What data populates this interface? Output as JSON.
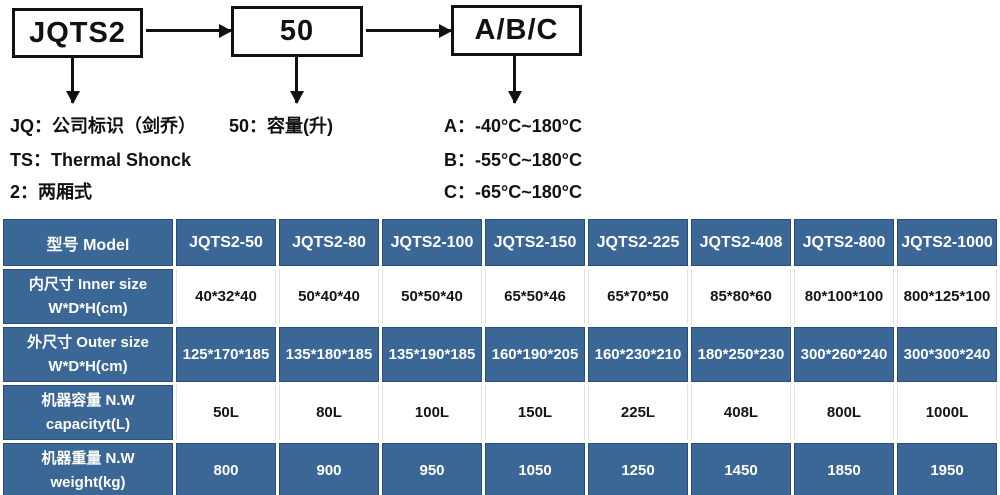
{
  "diagram": {
    "boxes": [
      {
        "label": "JQTS2"
      },
      {
        "label": "50"
      },
      {
        "label": "A/B/C"
      }
    ],
    "notes_left": [
      "JQ：公司标识（剑乔）",
      "TS：Thermal Shonck",
      "2：两厢式"
    ],
    "note_mid": "50：容量(升)",
    "notes_right": [
      "A：-40°C~180°C",
      "B：-55°C~180°C",
      "C：-65°C~180°C"
    ]
  },
  "table": {
    "header": [
      "型号 Model",
      "JQTS2-50",
      "JQTS2-80",
      "JQTS2-100",
      "JQTS2-150",
      "JQTS2-225",
      "JQTS2-408",
      "JQTS2-800",
      "JQTS2-1000"
    ],
    "rows": [
      {
        "label_line1": "内尺寸 Inner size",
        "label_line2": "W*D*H(cm)",
        "style": "light",
        "values": [
          "40*32*40",
          "50*40*40",
          "50*50*40",
          "65*50*46",
          "65*70*50",
          "85*80*60",
          "80*100*100",
          "800*125*100"
        ]
      },
      {
        "label_line1": "外尺寸 Outer size",
        "label_line2": "W*D*H(cm)",
        "style": "blue",
        "values": [
          "125*170*185",
          "135*180*185",
          "135*190*185",
          "160*190*205",
          "160*230*210",
          "180*250*230",
          "300*260*240",
          "300*300*240"
        ]
      },
      {
        "label_line1": "机器容量 N.W",
        "label_line2": "capacityt(L)",
        "style": "light",
        "values": [
          "50L",
          "80L",
          "100L",
          "150L",
          "225L",
          "408L",
          "800L",
          "1000L"
        ]
      },
      {
        "label_line1": "机器重量 N.W",
        "label_line2": "weight(kg)",
        "style": "blue",
        "values": [
          "800",
          "900",
          "950",
          "1050",
          "1250",
          "1450",
          "1850",
          "1950"
        ]
      }
    ]
  },
  "colors": {
    "table_blue": "#3a6795",
    "table_blue_border": "#2a4d79",
    "diagram_ink": "#111111"
  }
}
